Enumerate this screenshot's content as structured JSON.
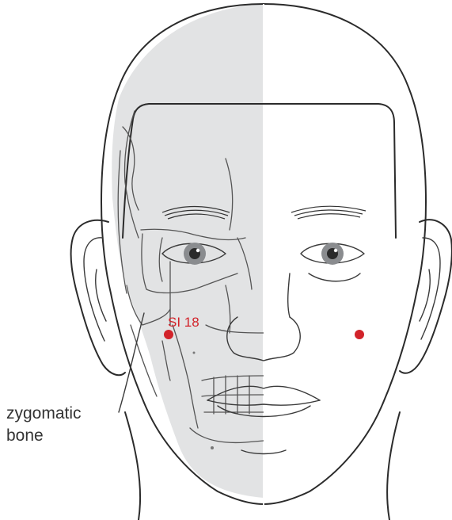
{
  "labels": {
    "acupoint": "SI 18",
    "bone_line1": "zygomatic",
    "bone_line2": "bone"
  },
  "colors": {
    "accent": "#d2232a",
    "shade": "#e2e3e4",
    "outline": "#2b2b2b",
    "iris": "#8a8c8f"
  }
}
